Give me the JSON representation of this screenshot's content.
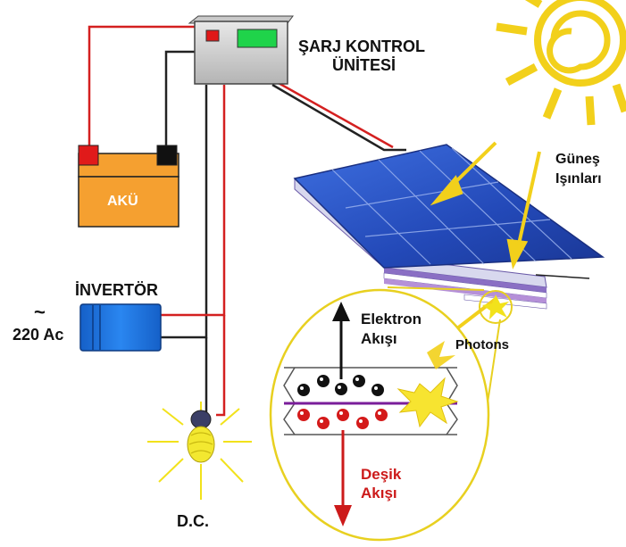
{
  "labels": {
    "charge_controller": [
      "ŞARJ KONTROL",
      "ÜNİTESİ"
    ],
    "battery": "AKÜ",
    "inverter": "İNVERTÖR",
    "ac_symbol": "~",
    "ac_output": "220 Ac",
    "dc_load": "D.C.",
    "sun_rays": [
      "Güneş",
      "Işınları"
    ],
    "photons": "Photons",
    "electron_flow": [
      "Elektron",
      "Akışı"
    ],
    "hole_flow": [
      "Deşik",
      "Akışı"
    ]
  },
  "colors": {
    "sun": "#f2d01b",
    "panel": "#2b55c8",
    "battery_body": "#f5a030",
    "inverter_body": "#1c73e0",
    "wire_positive": "#d42020",
    "wire_negative": "#222222",
    "hole_label": "#cc1a1a"
  },
  "icons": [
    "sun-icon",
    "solar-panel-icon",
    "battery-icon",
    "inverter-icon",
    "light-bulb-icon",
    "charge-controller-icon"
  ]
}
